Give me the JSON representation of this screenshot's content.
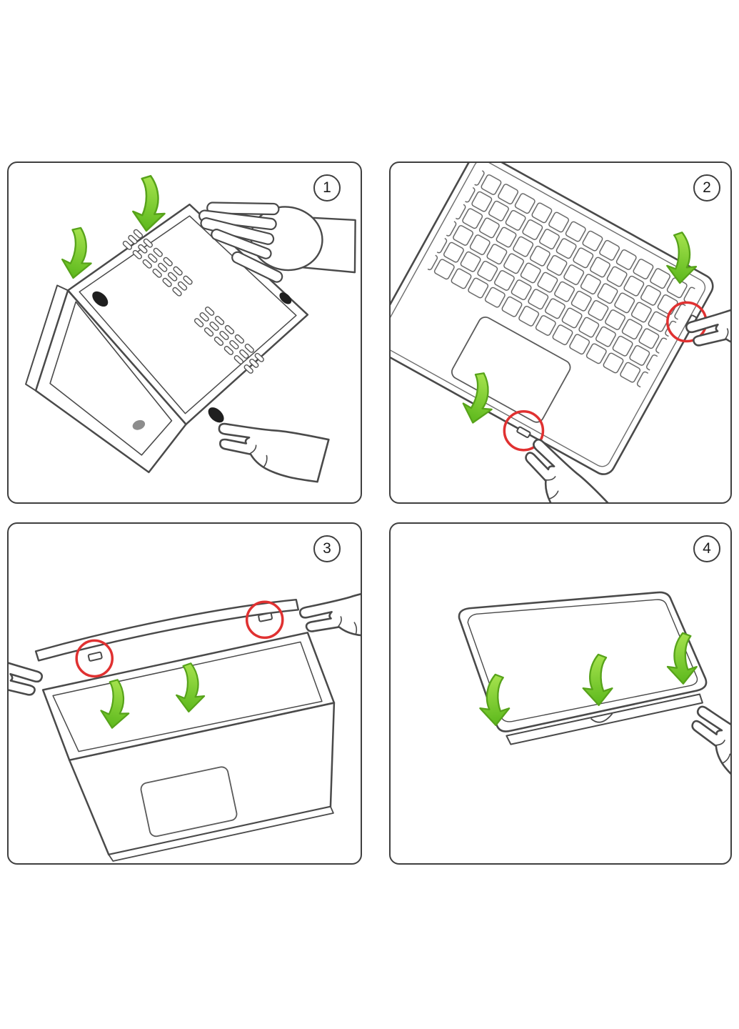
{
  "sheet": {
    "background": "#ffffff",
    "description": "four-step-laptop-hard-case-installation-diagram"
  },
  "panels": [
    {
      "number": "1",
      "label": "attach-case-to-laptop-bottom"
    },
    {
      "number": "2",
      "label": "snap-clips-on-body-edges"
    },
    {
      "number": "3",
      "label": "snap-cover-clips-on-lid"
    },
    {
      "number": "4",
      "label": "press-cover-along-front-edge"
    }
  ],
  "colors": {
    "panel_border": "#3f3f3f",
    "line_art": "#4a4a4a",
    "arrow_green_light": "#a6e34e",
    "arrow_green_dark": "#5cb81c",
    "arrow_outline": "#57a31a",
    "highlight_red": "#e03131",
    "rubber_foot_black": "#1f1f1f",
    "logo_gray": "#8d8d8d"
  }
}
